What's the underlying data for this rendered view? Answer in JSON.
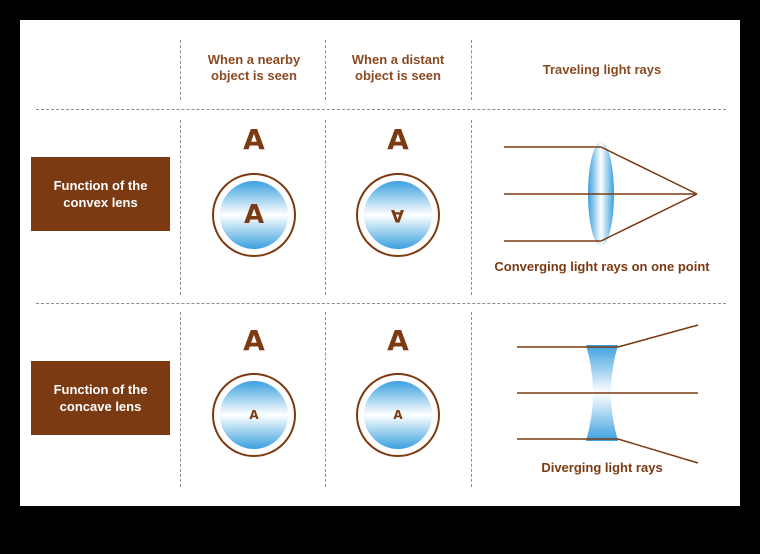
{
  "headers": {
    "nearby": "When a nearby\nobject is seen",
    "distant": "When a distant\nobject is seen",
    "rays": "Traveling light rays"
  },
  "rows": [
    {
      "label": "Function of the\nconvex lens",
      "letter_above": "A",
      "nearby_letter": "A",
      "distant_letter": "A",
      "distant_letter_inverted": true,
      "caption": "Converging light rays on one point"
    },
    {
      "label": "Function of the\nconcave lens",
      "letter_above": "A",
      "nearby_letter": "A",
      "distant_letter": "A",
      "distant_letter_inverted": false,
      "caption": "Diverging light rays"
    }
  ],
  "colors": {
    "brown": "#7b3a12",
    "header_text": "#8a4a22",
    "lens_blue": "#3aa0df"
  }
}
